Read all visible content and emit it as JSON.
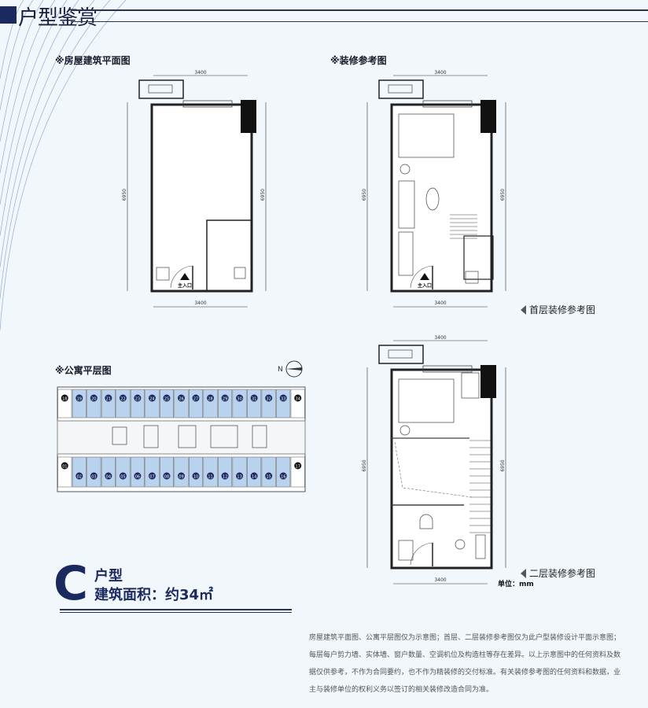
{
  "header": {
    "title": "户型鉴赏"
  },
  "sections": {
    "building_plan": "※房屋建筑平面图",
    "decoration_plan": "※装修参考图",
    "floor_plan": "※公寓平层图"
  },
  "dimensions": {
    "width": "3400",
    "depth": "6950"
  },
  "entrance_label": "主入口",
  "compass_label": "N",
  "captions": {
    "first_floor": "首层装修参考图",
    "second_floor": "二层装修参考图"
  },
  "unit_note": "单位：mm",
  "unit_type": {
    "letter": "C",
    "name": "户型",
    "area": "建筑面积：约34㎡"
  },
  "floor_units": {
    "top": [
      "18",
      "19",
      "20",
      "21",
      "22",
      "23",
      "24",
      "25",
      "26",
      "27",
      "28",
      "29",
      "30",
      "31",
      "32",
      "33",
      "34"
    ],
    "bottom": [
      "01",
      "02",
      "03",
      "04",
      "05",
      "06",
      "07",
      "08",
      "09",
      "10",
      "11",
      "12",
      "13",
      "14",
      "15",
      "16",
      "17"
    ]
  },
  "disclaimer": [
    "房屋建筑平面图、公寓平层图仅为示意图；首层、二层装修参考图仅为此户型装修设计平面示意图；",
    "每层每户剪力墙、实体墙、窗户数量、空调机位及构造柱等存在差异。以上示意图中的任何资料及数",
    "据仅供参考，不作为合同要约，也不作为精装修的交付标准。有关装修参考图的任何资料和数据，业",
    "主与装修单位的权利义务以签订的相关装修改造合同为准。"
  ],
  "colors": {
    "navy": "#1b2a5e",
    "unit_fill": "#b9d3ef",
    "background": "#f2f7fc"
  }
}
